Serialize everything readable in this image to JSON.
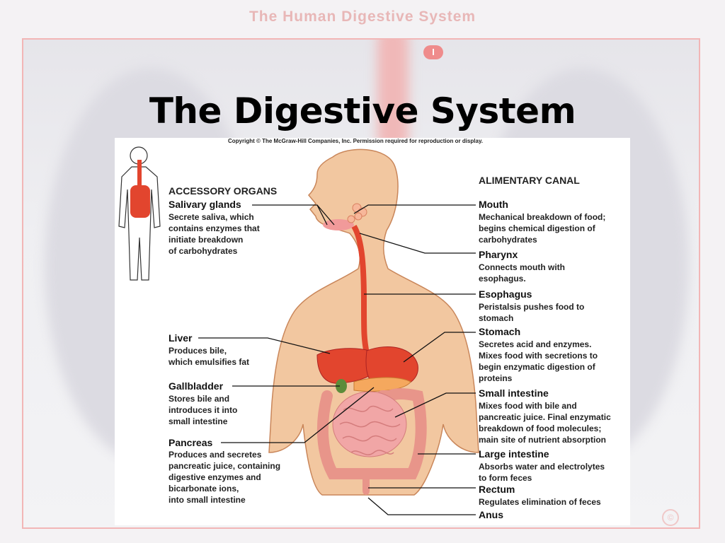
{
  "header": {
    "title": "The Human Digestive System",
    "badge": "I"
  },
  "slide": {
    "title": "The Digestive System"
  },
  "copyright": "Copyright © The McGraw-Hill Companies, Inc. Permission required for reproduction or display.",
  "accessory": {
    "heading": "ACCESSORY ORGANS",
    "items": [
      {
        "name": "Salivary glands",
        "desc": "Secrete saliva, which\ncontains enzymes that\ninitiate breakdown\nof carbohydrates"
      },
      {
        "name": "Liver",
        "desc": "Produces bile,\nwhich emulsifies fat"
      },
      {
        "name": "Gallbladder",
        "desc": "Stores bile and\nintroduces it into\nsmall intestine"
      },
      {
        "name": "Pancreas",
        "desc": "Produces and secretes\npancreatic juice, containing\ndigestive enzymes and\nbicarbonate ions,\ninto small intestine"
      }
    ]
  },
  "alimentary": {
    "heading": "ALIMENTARY CANAL",
    "items": [
      {
        "name": "Mouth",
        "desc": "Mechanical breakdown of food;\nbegins chemical digestion of\ncarbohydrates"
      },
      {
        "name": "Pharynx",
        "desc": "Connects mouth with\nesophagus."
      },
      {
        "name": "Esophagus",
        "desc": "Peristalsis pushes food to\nstomach"
      },
      {
        "name": "Stomach",
        "desc": "Secretes acid and enzymes.\nMixes food with secretions to\nbegin enzymatic digestion of\nproteins"
      },
      {
        "name": "Small intestine",
        "desc": "Mixes food with bile and\npancreatic juice. Final enzymatic\nbreakdown of food molecules;\nmain site of nutrient absorption"
      },
      {
        "name": "Large intestine",
        "desc": "Absorbs water and electrolytes\nto form feces"
      },
      {
        "name": "Rectum",
        "desc": "Regulates elimination of feces"
      },
      {
        "name": "Anus",
        "desc": ""
      }
    ]
  },
  "colors": {
    "organ": "#e2452e",
    "intestine": "#f1a6a6",
    "skin": "#efc39a",
    "header": "#e8b7b7",
    "frame": "#f2b6b6"
  }
}
